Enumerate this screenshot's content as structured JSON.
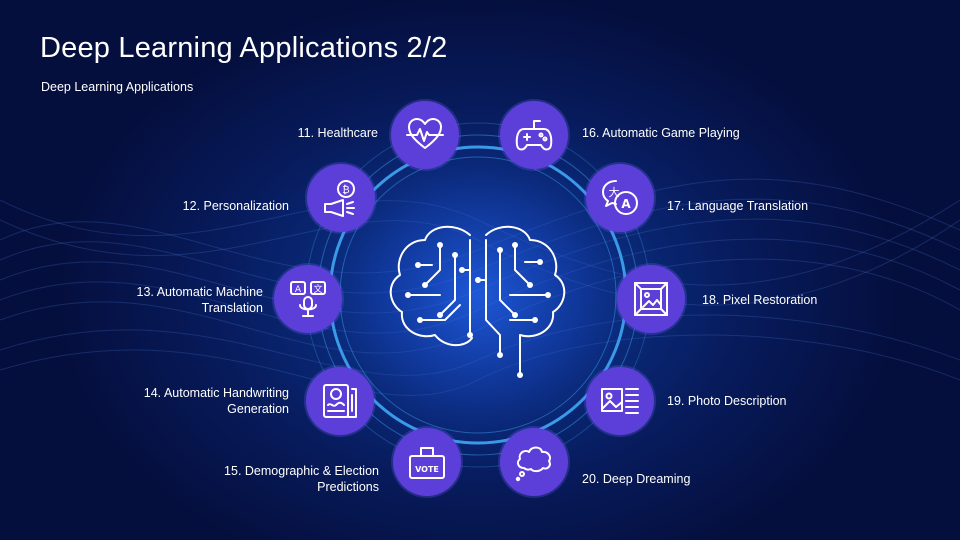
{
  "slide": {
    "title": "Deep Learning Applications 2/2",
    "subtitle": "Deep Learning Applications"
  },
  "items": [
    {
      "label": "11. Healthcare",
      "icon": "heart-pulse-icon"
    },
    {
      "label": "12. Personalization",
      "icon": "megaphone-bitcoin-icon"
    },
    {
      "label_line1": "13. Automatic Machine",
      "label_line2": "Translation",
      "icon": "translation-microphone-icon"
    },
    {
      "label_line1": "14. Automatic Handwriting",
      "label_line2": "Generation",
      "icon": "handwriting-document-icon"
    },
    {
      "label_line1": "15. Demographic  & Election",
      "label_line2": "Predictions",
      "icon": "ballot-box-icon",
      "badge": "VOTE"
    },
    {
      "label": "16. Automatic Game Playing",
      "icon": "gamepad-icon"
    },
    {
      "label": "17. Language Translation",
      "icon": "language-bubbles-icon"
    },
    {
      "label": "18. Pixel Restoration",
      "icon": "pixel-image-icon"
    },
    {
      "label": "19. Photo Description",
      "icon": "photo-text-icon"
    },
    {
      "label": "20. Deep Dreaming",
      "icon": "cloud-thought-icon"
    }
  ],
  "colors": {
    "background": "#071a5a",
    "node": "#5b3fd8",
    "ring": "#3a9ae8",
    "text": "#ffffff"
  }
}
